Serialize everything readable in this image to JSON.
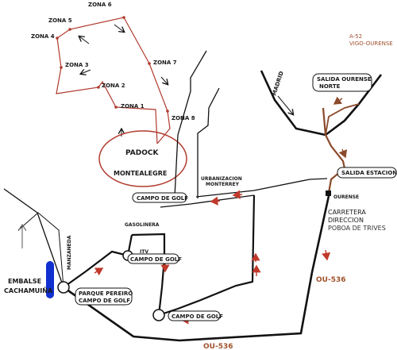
{
  "colors": {
    "route_red": "#b03a2e",
    "road_brown": "#8b4a2b",
    "road_black": "#111111",
    "arrow_red": "#c0392b",
    "reservoir_blue": "#1030d0",
    "highway_label": "#a0522d"
  },
  "zones": {
    "zona6": "ZONA 6",
    "zona5": "ZONA 5",
    "zona4": "ZONA 4",
    "zona3": "ZONA 3",
    "zona2": "ZONA 2",
    "zona1": "ZONA 1",
    "zona7": "ZONA 7",
    "zona8": "ZONA 8"
  },
  "padock": {
    "title": "PADOCK",
    "subtitle": "MONTEALEGRE"
  },
  "places": {
    "highway_a52_line1": "A-52",
    "highway_a52_line2": "VIGO-OURENSE",
    "madrid": "MADRID",
    "salida_ourense_line1": "SALIDA OURENSE",
    "salida_ourense_line2": "NORTE",
    "salida_estacion": "SALIDA ESTACION",
    "urbanizacion_line1": "URBANIZACION",
    "urbanizacion_line2": "MONTERREY",
    "campo_golf_top": "CAMPO DE GOLF",
    "ourense": "OURENSE",
    "carretera_line1": "CARRETERA",
    "carretera_line2": "DIRECCION",
    "poboa_trives": "POBOA DE TRIVES",
    "gasolinera": "GASOLINERA",
    "itv": "ITV",
    "campo_golf_center": "CAMPO DE GOLF",
    "manzaneda": "MANZANEDA",
    "embalse_line1": "EMBALSE",
    "embalse_line2": "CACHAMUIÑA",
    "parque_line1": "PARQUE PEREIRO",
    "parque_line2": "CAMPO DE GOLF",
    "campo_golf_bottom": "CAMPO DE GOLF",
    "ou536_right": "OU-536",
    "ou536_bottom": "OU-536"
  }
}
